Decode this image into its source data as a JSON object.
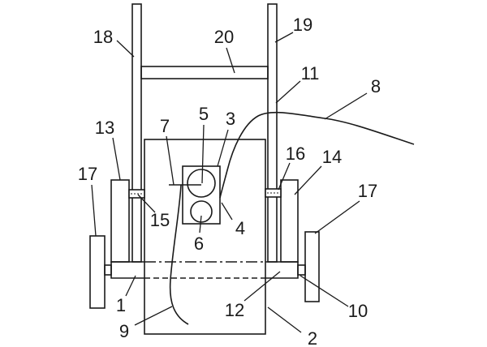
{
  "colors": {
    "ink": "#1a1a1a",
    "paper": "#ffffff"
  },
  "callouts": [
    "18",
    "20",
    "19",
    "11",
    "8",
    "5",
    "3",
    "7",
    "13",
    "17",
    "16",
    "14",
    "17",
    "15",
    "4",
    "6",
    "1",
    "12",
    "10",
    "9",
    "2"
  ]
}
